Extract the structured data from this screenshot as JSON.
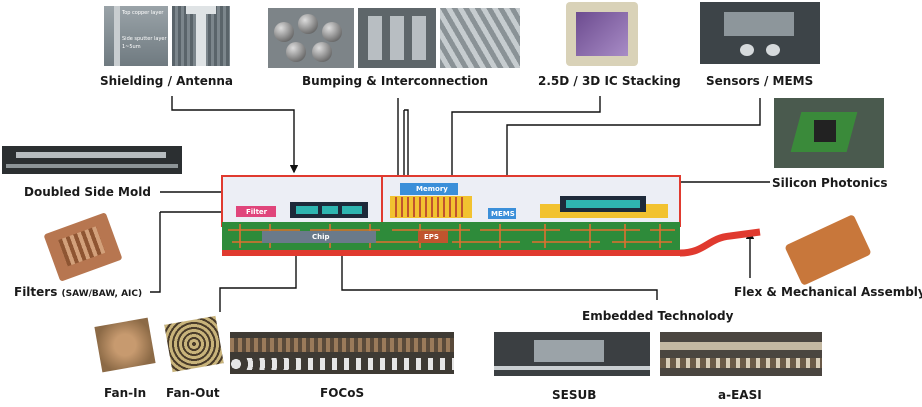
{
  "labels": {
    "shielding": "Shielding / Antenna",
    "bumping": "Bumping & Interconnection",
    "stacking": "2.5D / 3D IC Stacking",
    "sensors": "Sensors / MEMS",
    "silicon_photonics": "Silicon Photonics",
    "doubled_side_mold": "Doubled Side Mold",
    "filters_main": "Filters",
    "filters_sub": "(SAW/BAW, AIC)",
    "flex": "Flex & Mechanical Assembly",
    "embedded": "Embedded Technolody",
    "fan_in": "Fan-In",
    "fan_out": "Fan-Out",
    "focos": "FOCoS",
    "sesub": "SESUB",
    "a_easi": "a-EASI"
  },
  "package": {
    "filter": "Filter",
    "memory": "Memory",
    "mems": "MEMS",
    "chip": "Chip",
    "eps": "EPS"
  },
  "micrograph_text": {
    "top_copper_layer": "Top copper layer",
    "side_sputter_layer": "Side sputter layer",
    "thickness": "1~5um"
  },
  "colors": {
    "outline_red": "#e03a2f",
    "substrate_green": "#2e8b3a",
    "trace_orange": "#e07030",
    "filter_pink": "#e0457b",
    "memory_blue": "#3b8fd9",
    "chip_dark": "#1e2a3a",
    "die_teal": "#2fb5b0",
    "bump_yellow": "#f2c230"
  }
}
